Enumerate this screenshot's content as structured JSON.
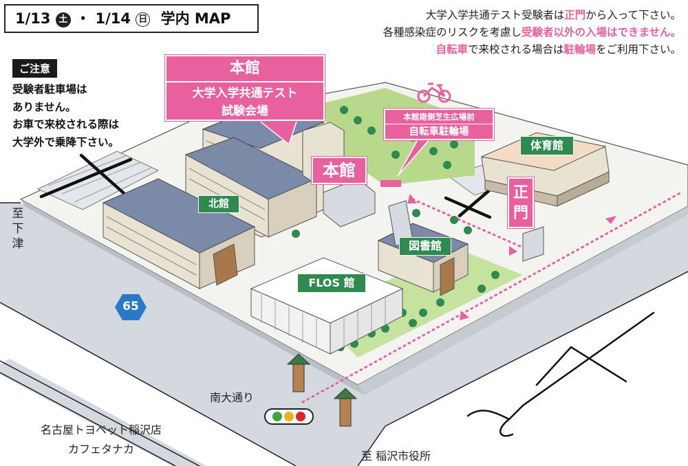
{
  "title": {
    "d1": "1/13",
    "d1_day": "土",
    "sep": "・",
    "d2": "1/14",
    "d2_day": "日",
    "name": "学内 MAP"
  },
  "notice": {
    "l1a": "大学入学共通テスト受験者は",
    "l1b": "正門",
    "l1c": "から入って下さい。",
    "l2a": "各種感染症のリスクを考慮し",
    "l2b": "受験者以外の入場はできません。",
    "l3a": "自転車",
    "l3b": "で来校される場合は",
    "l3c": "駐輪場",
    "l3d": "をご利用下さい。"
  },
  "caution": {
    "heading": "ご注意",
    "lines": [
      "受験者駐車場は",
      "ありません。",
      "お車で来校される際は",
      "大学外で乗降下さい。"
    ]
  },
  "callout_main": {
    "title": "本館",
    "sub1": "大学入学共通テスト",
    "sub2": "試験会場"
  },
  "callout_bike": {
    "sub": "本館南側芝生広場前",
    "title": "自転車駐輪場"
  },
  "buildings": {
    "honkan": "本館",
    "kitakan": "北館",
    "flos": "FLOS 館",
    "toshokan": "図書館",
    "taiikukan": "体育館",
    "seimon": [
      "正",
      "門"
    ]
  },
  "roads": {
    "to_shimotsu": [
      "至",
      "下",
      "津"
    ],
    "route": "65",
    "minami_odori": "南大通り",
    "to_inazawa": "至 稲沢市役所"
  },
  "landmarks": {
    "l1": "名古屋トヨペット稲沢店",
    "l2": "カフェタナカ"
  },
  "colors": {
    "accent_pink": "#e8609e",
    "building_label_green": "#2e8a4e",
    "route_blue": "#2a78c8"
  }
}
